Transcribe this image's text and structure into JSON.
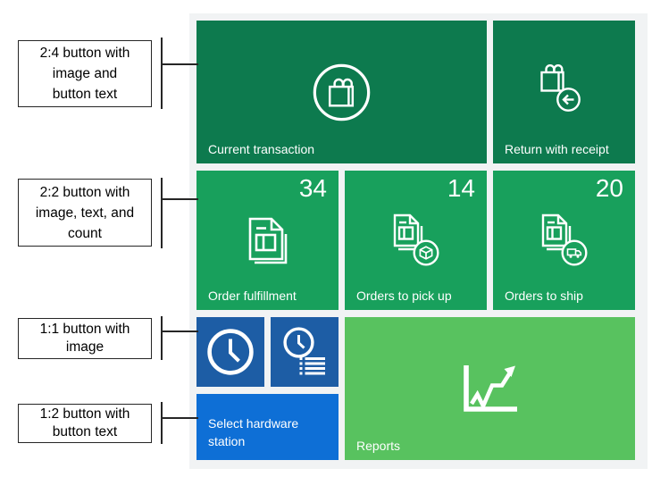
{
  "colors": {
    "panel_bg": "#f1f3f4",
    "tile_dark_green": "#0d7a4e",
    "tile_green": "#18a05c",
    "tile_light_green": "#58c25f",
    "tile_dark_blue": "#1d5da5",
    "tile_bright_blue": "#0e6fd6",
    "tile_text": "#ffffff",
    "annotation_ink": "#262626"
  },
  "annotations": [
    {
      "lines": [
        "2:4 button with",
        "image and",
        "button text"
      ]
    },
    {
      "lines": [
        "2:2 button with",
        "image, text, and",
        "count"
      ]
    },
    {
      "lines": [
        "1:1 button with",
        "image"
      ]
    },
    {
      "lines": [
        "1:2 button with",
        "button text"
      ]
    }
  ],
  "tiles": {
    "current_transaction": {
      "label": "Current transaction",
      "icon": "shopping-bag-circle-icon"
    },
    "return_with_receipt": {
      "label": "Return with receipt",
      "icon": "bag-return-arrow-icon"
    },
    "order_fulfillment": {
      "label": "Order fulfillment",
      "count": "34",
      "icon": "invoice-pages-icon"
    },
    "orders_to_pick_up": {
      "label": "Orders to pick up",
      "count": "14",
      "icon": "invoice-package-icon"
    },
    "orders_to_ship": {
      "label": "Orders to ship",
      "count": "20",
      "icon": "invoice-truck-icon"
    },
    "clock": {
      "icon": "clock-icon"
    },
    "clock_list": {
      "icon": "clock-list-icon"
    },
    "reports": {
      "label": "Reports",
      "icon": "chart-arrow-icon"
    },
    "select_hardware_station": {
      "label": "Select hardware station"
    }
  }
}
